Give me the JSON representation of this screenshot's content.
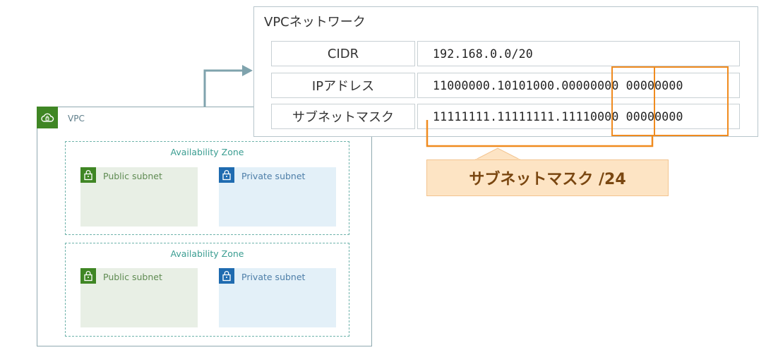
{
  "vpc": {
    "label": "VPC",
    "icon": "cloud-lock-icon",
    "zones": [
      {
        "label": "Availability Zone",
        "subnets": [
          {
            "label": "Public subnet",
            "icon": "lock-icon"
          },
          {
            "label": "Private subnet",
            "icon": "lock-icon"
          }
        ]
      },
      {
        "label": "Availability Zone",
        "subnets": [
          {
            "label": "Public subnet",
            "icon": "lock-icon"
          },
          {
            "label": "Private subnet",
            "icon": "lock-icon"
          }
        ]
      }
    ]
  },
  "network": {
    "title": "VPCネットワーク",
    "rows": [
      {
        "label": "CIDR",
        "value": "192.168.0.0/20"
      },
      {
        "label": "IPアドレス",
        "value": "11000000.10101000.00000000 00000000"
      },
      {
        "label": "サブネットマスク",
        "value": "11111111.11111111.11110000 00000000"
      }
    ]
  },
  "callout": {
    "text": "サブネットマスク /24"
  },
  "colors": {
    "accent_orange": "#f08b1f",
    "public_green": "#3f8624",
    "private_blue": "#1f6bb0",
    "az_teal": "#3a9d91",
    "callout_bg": "#fde4c4"
  }
}
